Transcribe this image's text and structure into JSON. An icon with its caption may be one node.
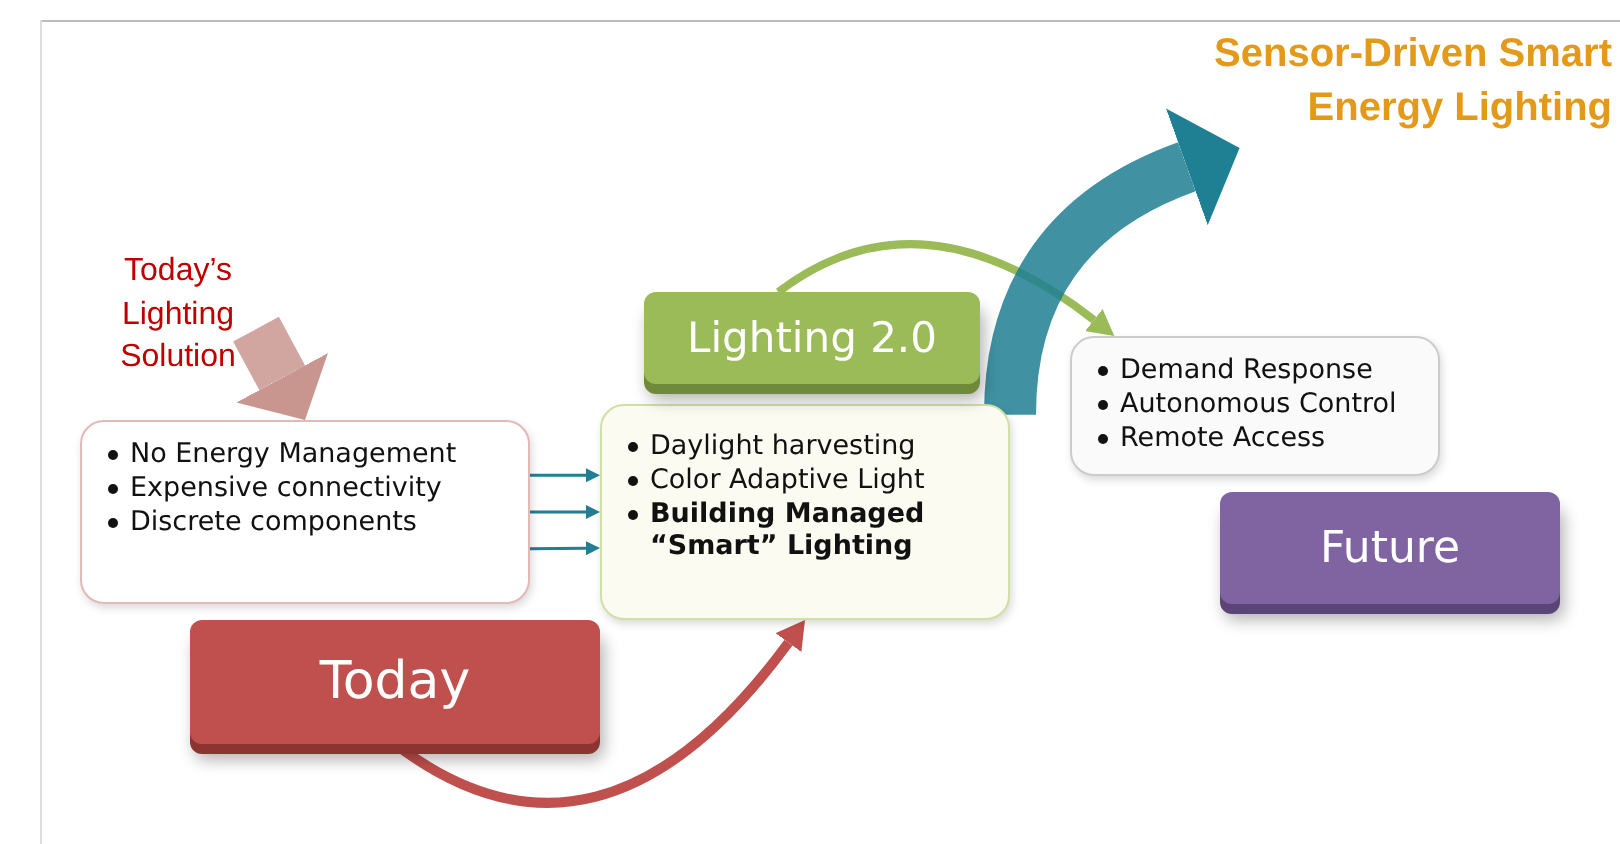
{
  "diagram": {
    "nodes": [
      {
        "text": [
          "Today’s Lighting Solution"
        ]
      },
      {
        "text": [
          "No Energy Management",
          "Expensive connectivity",
          "Discrete components"
        ]
      },
      {
        "text": [
          "Today"
        ]
      },
      {
        "text": [
          "Daylight harvesting",
          "Color Adaptive Light",
          "Building Managed “Smart” Lighting"
        ]
      },
      {
        "text": [
          "Lighting 2.0"
        ]
      },
      {
        "text": [
          "Demand Response",
          "Autonomous Control",
          "Remote Access"
        ]
      },
      {
        "text": [
          "Future"
        ]
      },
      {
        "text": [
          "Sensor-Driven Smart Energy Lighting"
        ]
      }
    ],
    "edges": [
      {
        "from": 0,
        "to": 1,
        "arrow": "to",
        "style": "thick",
        "color": "#c9958f"
      },
      {
        "from": 1,
        "to": 3,
        "arrow": "to"
      },
      {
        "from": 1,
        "to": 3,
        "arrow": "to"
      },
      {
        "from": 1,
        "to": 3,
        "arrow": "to"
      },
      {
        "from": 2,
        "to": 3,
        "arrow": "to",
        "color": "#c0504d"
      },
      {
        "from": 4,
        "to": 5,
        "arrow": "to",
        "color": "#9bbb59"
      },
      {
        "from": 3,
        "to": 7,
        "arrow": "to",
        "style": "thick"
      }
    ]
  }
}
